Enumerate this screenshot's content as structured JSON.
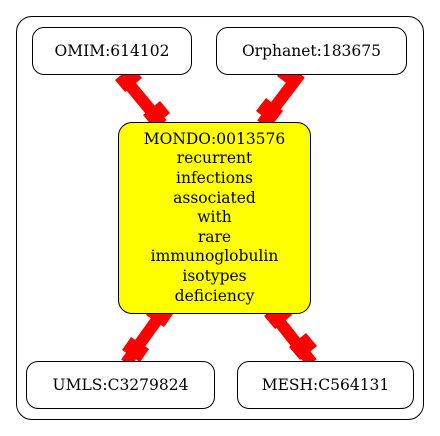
{
  "diagram": {
    "nodes": {
      "omim": "OMIM:614102",
      "orphanet": "Orphanet:183675",
      "mondo": {
        "id": "MONDO:0013576",
        "label_lines": [
          "recurrent",
          "infections",
          "associated",
          "with",
          "rare",
          "immunoglobulin",
          "isotypes",
          "deficiency"
        ],
        "fill": "#ffff00"
      },
      "umls": "UMLS:C3279824",
      "mesh": "MESH:C564131"
    },
    "edges": [
      {
        "from": "omim",
        "to": "mondo"
      },
      {
        "from": "orphanet",
        "to": "mondo"
      },
      {
        "from": "mondo",
        "to": "umls"
      },
      {
        "from": "mondo",
        "to": "mesh"
      }
    ],
    "edge_color": "#ff0000"
  }
}
